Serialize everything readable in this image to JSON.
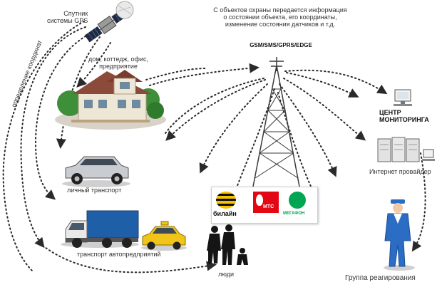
{
  "labels": {
    "gps": "Спутник\nсистемы GPS",
    "coords": "определение координат",
    "top_info": "С объектов охраны передается информация\nо состоянии объекта, его координаты,\nизменение состояния датчиков и т.д.",
    "network": "GSM/SMS/GPRS/EDGE",
    "house": "дом, коттедж, офис,\nпредприятие",
    "monitoring": "ЦЕНТР\nМОНИТОРИНГА",
    "provider": "Интернет провайдер",
    "car": "личный транспорт",
    "fleet": "транспорт автопредприятий",
    "people": "люди",
    "response": "Группа реагирования"
  },
  "operators": {
    "beeline": "билайн",
    "mts": "МТС",
    "megafon": "МЕГАФОН"
  },
  "colors": {
    "dots": "#2a2a2a",
    "beeline": "#f6c200",
    "mts": "#e30613",
    "megafon": "#00a651",
    "truck_body": "#1f5fa8",
    "guard": "#2b6cc4",
    "roof": "#8b4a3a",
    "grass": "#3f8f3a"
  },
  "icons": [
    "satellite-icon",
    "house-icon",
    "tower-icon",
    "computer-icon",
    "server-icon",
    "suv-icon",
    "truck-icon",
    "taxi-icon",
    "people-icon",
    "guard-icon"
  ]
}
